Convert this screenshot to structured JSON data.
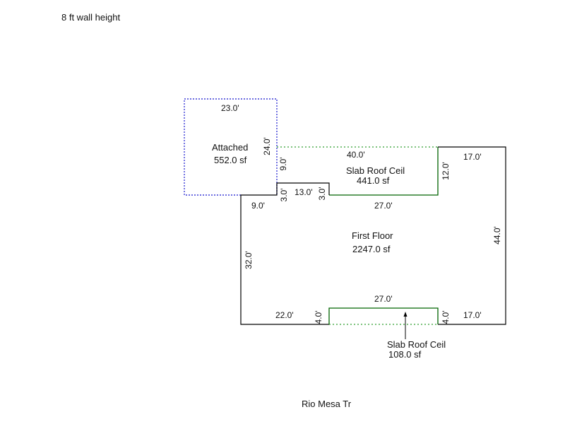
{
  "wall_height_note": "8 ft wall height",
  "street_name": "Rio Mesa Tr",
  "colors": {
    "outline": "#000000",
    "slab_outline": "#006400",
    "slab_dotted": "#2e9e2e",
    "garage_outline": "#3a3ad6",
    "text": "#111111"
  },
  "areas": {
    "attached": {
      "name": "Attached",
      "area": "552.0 sf"
    },
    "first_floor": {
      "name": "First Floor",
      "area": "2247.0 sf"
    },
    "slab_roof_top": {
      "name": "Slab Roof Ceil",
      "area": "441.0 sf"
    },
    "slab_roof_bottom": {
      "name": "Slab Roof Ceil",
      "area": "108.0 sf"
    }
  },
  "dimensions": {
    "attached_top": "23.0'",
    "attached_right": "24.0'",
    "slab_top_top": "40.0'",
    "step_left": "9.0'",
    "step_down_left": "3.0'",
    "step_top": "13.0'",
    "step_down_right": "3.0'",
    "slab_top_right": "12.0'",
    "upper_right_top": "17.0'",
    "house_right": "44.0'",
    "slab_top_bottom": "27.0'",
    "house_left_top": "9.0'",
    "house_left": "32.0'",
    "bottom_left": "22.0'",
    "slab_bottom_left": "4.0'",
    "slab_bottom_top": "27.0'",
    "slab_bottom_right": "4.0'",
    "bottom_right": "17.0'"
  }
}
